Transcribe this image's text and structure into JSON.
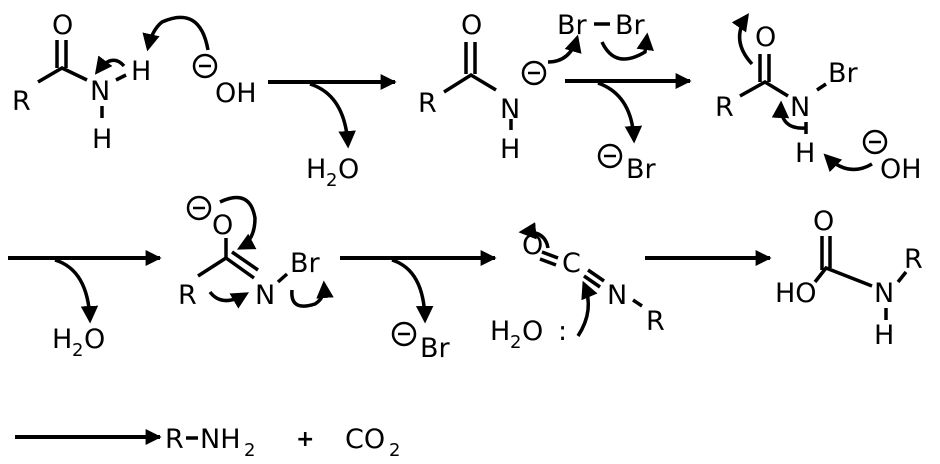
{
  "title": "Hofmann rearrangement mechanism",
  "labels": {
    "R": "R",
    "O": "O",
    "N": "N",
    "H": "H",
    "C": "C",
    "OH": "OH",
    "Br": "Br",
    "HO": "HO",
    "H2O_H": "H",
    "H2O_2": "2",
    "H2O_O": "O",
    "colon": ":",
    "plus": "+",
    "NH": "NH",
    "CO": "CO",
    "sub2": "2"
  },
  "charge_symbol": "minus"
}
